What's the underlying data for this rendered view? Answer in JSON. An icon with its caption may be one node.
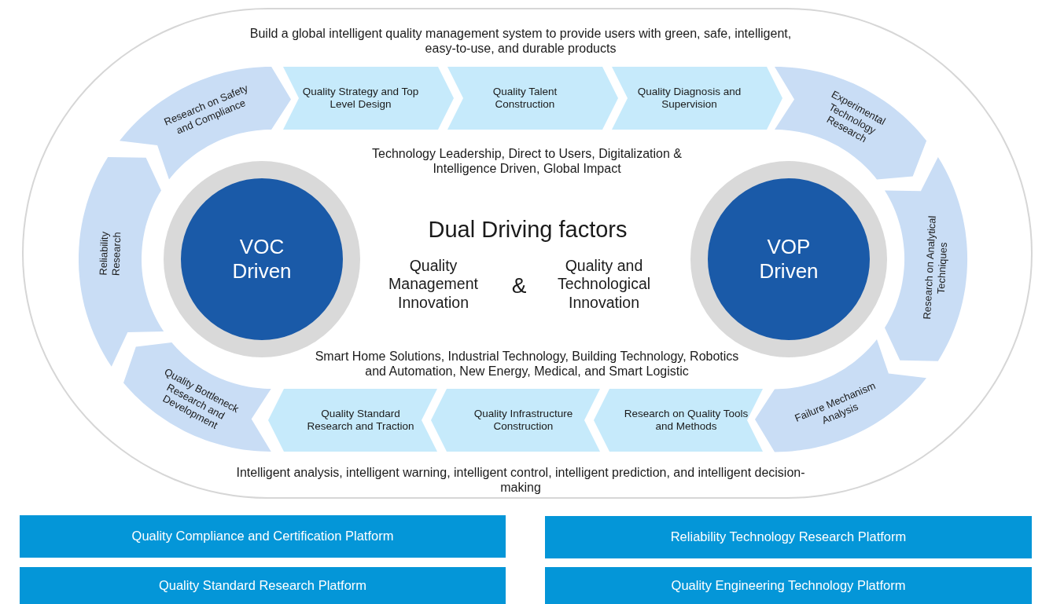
{
  "diagram": {
    "nodes": [
      {
        "text": [
          "Build a global intelligent quality management system to provide users with green, safe, intelligent, easy-to-use, and durable products",
          "Intelligent analysis, intelligent warning, intelligent control, intelligent prediction, and intelligent decision-making"
        ]
      },
      {
        "text": [
          "Research on Safety and Compliance"
        ],
        "in": 0
      },
      {
        "text": [
          "Quality Strategy and Top Level Design"
        ],
        "in": 0
      },
      {
        "text": [
          "Quality Talent Construction"
        ],
        "in": 0
      },
      {
        "text": [
          "Quality Diagnosis and Supervision"
        ],
        "in": 0
      },
      {
        "text": [
          "Experimental Technology Research"
        ],
        "in": 0
      },
      {
        "text": [
          "Research on Analytical Techniques"
        ],
        "in": 0
      },
      {
        "text": [
          "Failure Mechanism Analysis"
        ],
        "in": 0
      },
      {
        "text": [
          "Research on Quality Tools and Methods"
        ],
        "in": 0
      },
      {
        "text": [
          "Quality Infrastructure Construction"
        ],
        "in": 0
      },
      {
        "text": [
          "Quality Standard Research and Traction"
        ],
        "in": 0
      },
      {
        "text": [
          "Quality Bottleneck Research and Development"
        ],
        "in": 0
      },
      {
        "text": [
          "Reliability Research"
        ],
        "in": 0
      },
      {
        "text": [
          "VOC Driven"
        ],
        "in": 0
      },
      {
        "text": [
          "VOP Driven"
        ],
        "in": 0
      },
      {
        "text": [
          "Quality Compliance and Certification Platform"
        ]
      },
      {
        "text": [
          "Reliability Technology Research Platform"
        ]
      },
      {
        "text": [
          "Quality Standard Research Platform"
        ]
      },
      {
        "text": [
          "Quality Engineering Technology Platform"
        ]
      }
    ],
    "labels": [
      "Technology Leadership, Direct to Users, Digitalization & Intelligence Driven, Global Impact",
      "Dual Driving factors",
      "Quality Management Innovation",
      "&",
      "Quality and Technological Innovation",
      "Smart Home Solutions, Industrial Technology, Building Technology, Robotics and Automation, New Energy, Medical, and Smart Logistic"
    ]
  }
}
